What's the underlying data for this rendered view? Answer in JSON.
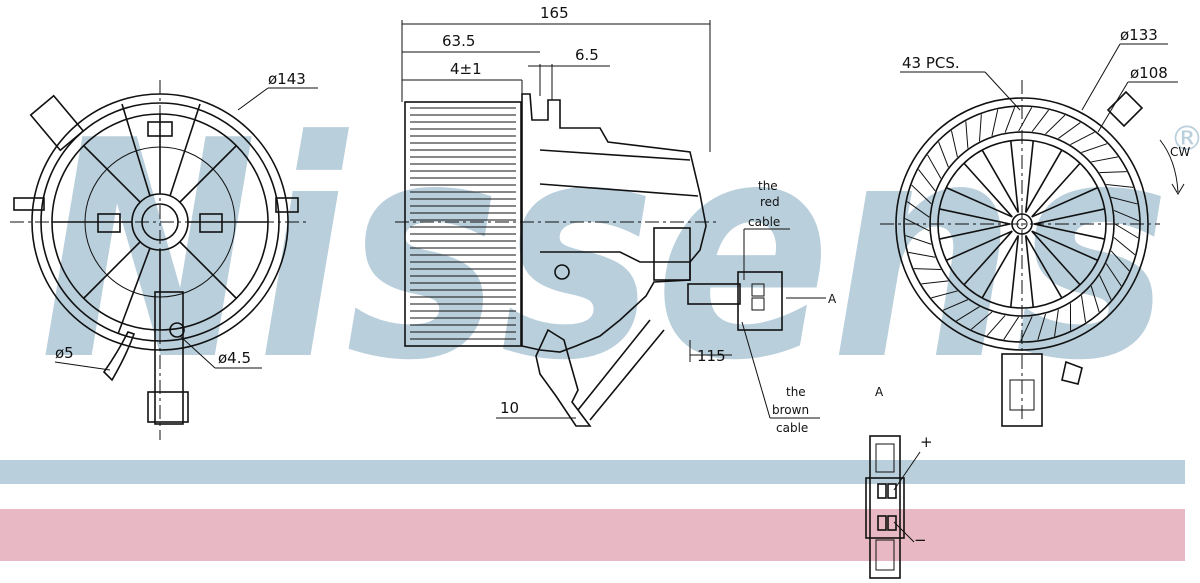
{
  "watermark": {
    "brand": "Nissens",
    "registered_mark": "®"
  },
  "colors": {
    "band_blue": "#b9cfdc",
    "band_pink": "#e8b9c4",
    "watermark": "#b9cfdc",
    "line": "#111111"
  },
  "dimensions": {
    "overall_length": "165",
    "housing_length": "63.5",
    "offset": "4±1",
    "flange": "6.5",
    "outer_diameter_left": "ø143",
    "hole_diameter": "ø5",
    "pin_diameter": "ø4.5",
    "bracket": "10",
    "connector_gap": "115",
    "outer_diameter_right": "ø133",
    "inner_diameter_right": "ø108",
    "blade_count": "43 PCS.",
    "rotation": "CW"
  },
  "labels": {
    "red_cable_1": "the",
    "red_cable_2": "red",
    "red_cable_3": "cable",
    "brown_cable_1": "the",
    "brown_cable_2": "brown",
    "brown_cable_3": "cable",
    "view_marker": "A",
    "view_label": "A",
    "plus": "+",
    "minus": "−"
  }
}
